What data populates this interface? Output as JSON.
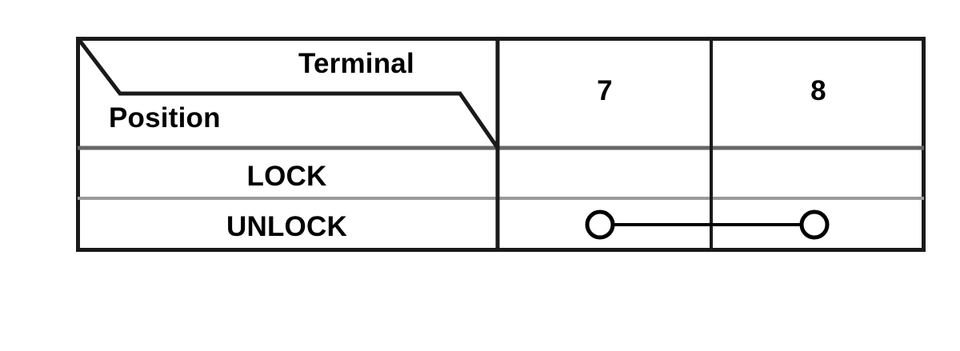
{
  "table": {
    "header": {
      "column_axis_label": "Terminal",
      "row_axis_label": "Position",
      "terminals": [
        "7",
        "8"
      ]
    },
    "rows": [
      {
        "label": "LOCK",
        "continuity": false,
        "connected_terminals": []
      },
      {
        "label": "UNLOCK",
        "continuity": true,
        "connected_terminals": [
          "7",
          "8"
        ]
      }
    ],
    "legend": {
      "continuity_symbol": "circle-terminal-node",
      "continuity_link": "continuity-line"
    },
    "colors": {
      "border": "#1a1a1a",
      "divider_strong": "#666666",
      "divider_light": "#9a9a9a",
      "text": "#000000",
      "background": "#ffffff",
      "node_fill": "#ffffff",
      "node_stroke": "#000000"
    }
  }
}
